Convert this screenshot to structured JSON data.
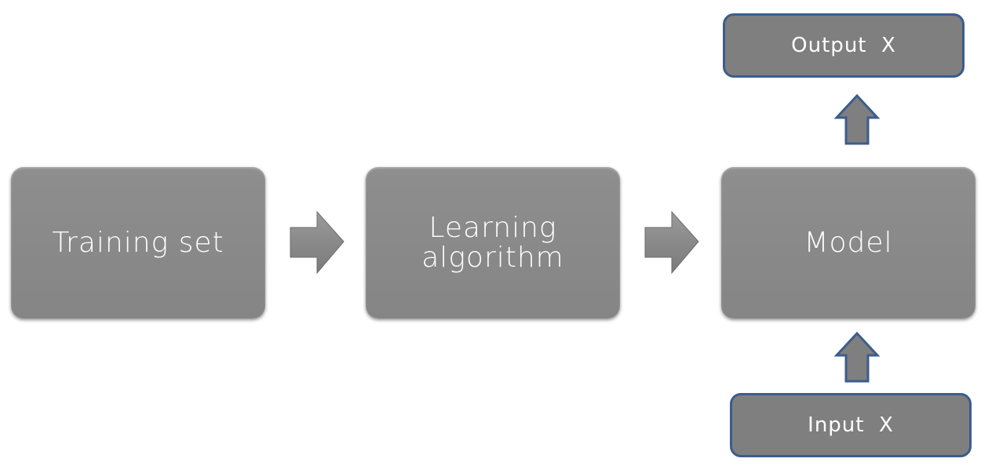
{
  "nodes": {
    "training_set": "Training set",
    "learning_algorithm_line1": "Learning",
    "learning_algorithm_line2": "algorithm",
    "model": "Model",
    "output": "Output  X",
    "input": "Input  X"
  },
  "colors": {
    "box_fill": "#888888",
    "border": "#3b5d8c",
    "text": "#ffffff"
  }
}
